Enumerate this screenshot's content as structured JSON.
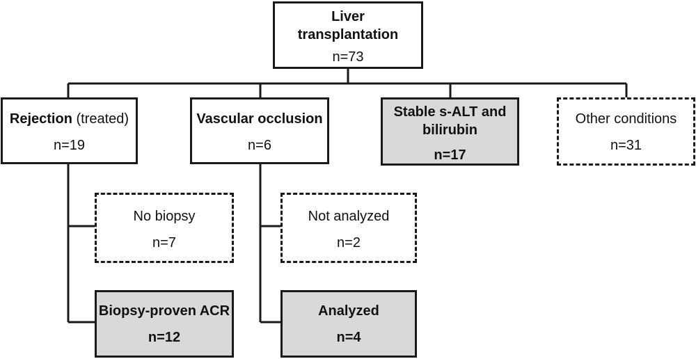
{
  "root": {
    "title_line1": "Liver",
    "title_line2": "transplantation",
    "count": "n=73"
  },
  "rejection": {
    "label_bold": "Rejection",
    "label_rest": " (treated)",
    "count": "n=19"
  },
  "vascular": {
    "label": "Vascular occlusion",
    "count": "n=6"
  },
  "stable": {
    "label_line1": "Stable s-ALT and",
    "label_line2": "bilirubin",
    "count": "n=17"
  },
  "other": {
    "label": "Other conditions",
    "count": "n=31"
  },
  "no_biopsy": {
    "label": "No biopsy",
    "count": "n=7"
  },
  "biopsy_acr": {
    "label": "Biopsy-proven ACR",
    "count": "n=12"
  },
  "not_analyzed": {
    "label": "Not analyzed",
    "count": "n=2"
  },
  "analyzed": {
    "label": "Analyzed",
    "count": "n=4"
  },
  "colors": {
    "line": "#1a1a1a",
    "highlight_fill": "#d9d9d9"
  }
}
